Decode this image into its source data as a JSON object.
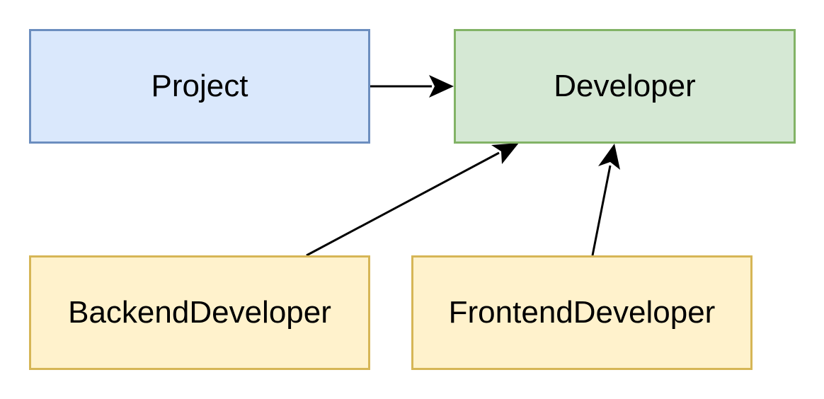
{
  "nodes": {
    "project": {
      "label": "Project",
      "fill": "#dae8fc",
      "stroke": "#6c8ebf"
    },
    "developer": {
      "label": "Developer",
      "fill": "#d5e8d4",
      "stroke": "#82b366"
    },
    "backend": {
      "label": "BackendDeveloper",
      "fill": "#fff2cc",
      "stroke": "#d6b656"
    },
    "frontend": {
      "label": "FrontendDeveloper",
      "fill": "#fff2cc",
      "stroke": "#d6b656"
    }
  },
  "edges": [
    {
      "from": "project",
      "to": "developer"
    },
    {
      "from": "backend",
      "to": "developer"
    },
    {
      "from": "frontend",
      "to": "developer"
    }
  ],
  "edge_color": "#000000"
}
